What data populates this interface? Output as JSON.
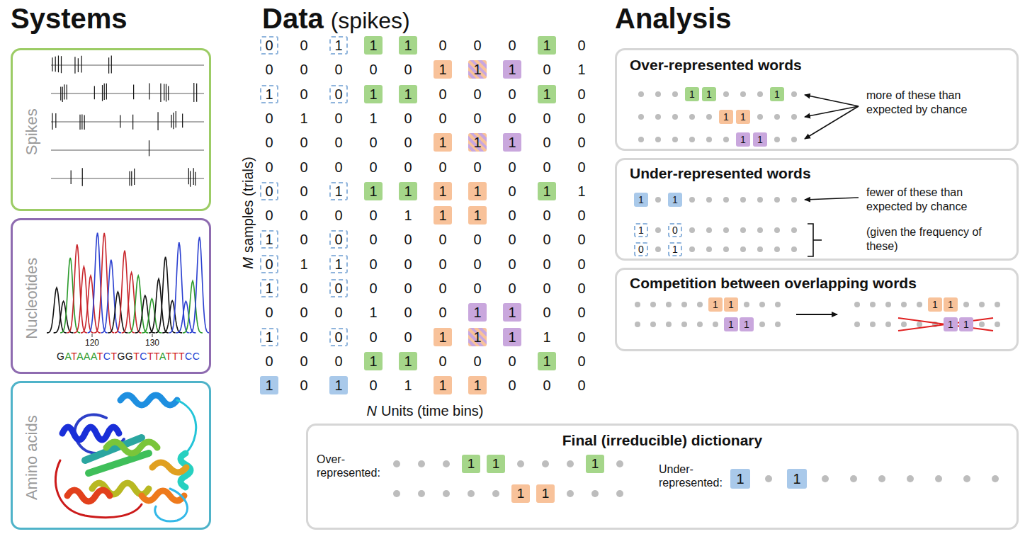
{
  "diagram": {
    "nodes": [
      {
        "text": [
          "Spikes"
        ]
      },
      {
        "text": [
          "Nucleotides"
        ]
      },
      {
        "text": [
          "Amino acids"
        ]
      },
      {
        "text": [
          "Over-represented words",
          "more of these than expected by chance"
        ]
      },
      {
        "text": [
          "Under-represented words",
          "fewer of these than expected by chance",
          "(given the frequency of these)"
        ]
      },
      {
        "text": [
          "Competition between overlapping words"
        ]
      },
      {
        "text": [
          "Final (irreducible) dictionary",
          "Over-represented:",
          "Under-represented:"
        ]
      }
    ],
    "labels": [
      "Systems",
      "Data",
      "(spikes)",
      "Analysis",
      "120",
      "130",
      "GATAAATCTGGTCTTATTTCC",
      "M",
      "samples (trials)",
      "N",
      "Units (time bins)",
      "0",
      "0",
      "1",
      "1",
      "1",
      "0",
      "0",
      "0",
      "1",
      "0",
      "0",
      "0",
      "0",
      "0",
      "0",
      "1",
      "1",
      "1",
      "0",
      "1",
      "1",
      "0",
      "0",
      "1",
      "1",
      "0",
      "0",
      "0",
      "1",
      "0",
      "0",
      "1",
      "0",
      "1",
      "0",
      "0",
      "0",
      "0",
      "0",
      "0",
      "0",
      "0",
      "0",
      "0",
      "0",
      "1",
      "1",
      "1",
      "0",
      "0",
      "0",
      "0",
      "0",
      "0",
      "0",
      "0",
      "0",
      "0",
      "0",
      "0",
      "0",
      "0",
      "1",
      "1",
      "1",
      "1",
      "1",
      "0",
      "1",
      "1",
      "0",
      "0",
      "0",
      "0",
      "1",
      "1",
      "1",
      "0",
      "0",
      "0",
      "1",
      "0",
      "0",
      "0",
      "0",
      "0",
      "0",
      "0",
      "0",
      "0",
      "0",
      "1",
      "1",
      "0",
      "0",
      "0",
      "0",
      "0",
      "0",
      "0",
      "1",
      "0",
      "0",
      "0",
      "0",
      "0",
      "0",
      "0",
      "0",
      "0",
      "0",
      "0",
      "0",
      "1",
      "0",
      "0",
      "1",
      "1",
      "0",
      "0",
      "1",
      "0",
      "0",
      "0",
      "0",
      "1",
      "1",
      "1",
      "1",
      "0",
      "0",
      "0",
      "0",
      "1",
      "1",
      "0",
      "0",
      "0",
      "1",
      "0",
      "1",
      "0",
      "1",
      "0",
      "1",
      "1",
      "1",
      "0",
      "0",
      "0",
      "1",
      "1",
      "1",
      "1",
      "1",
      "1",
      "1",
      "1",
      "1",
      "1",
      "0",
      "0",
      "1",
      "1",
      "1",
      "1",
      "1",
      "1",
      "1",
      "1",
      "1",
      "1",
      "1",
      "1",
      "1",
      "1",
      "1",
      "1"
    ]
  }
}
